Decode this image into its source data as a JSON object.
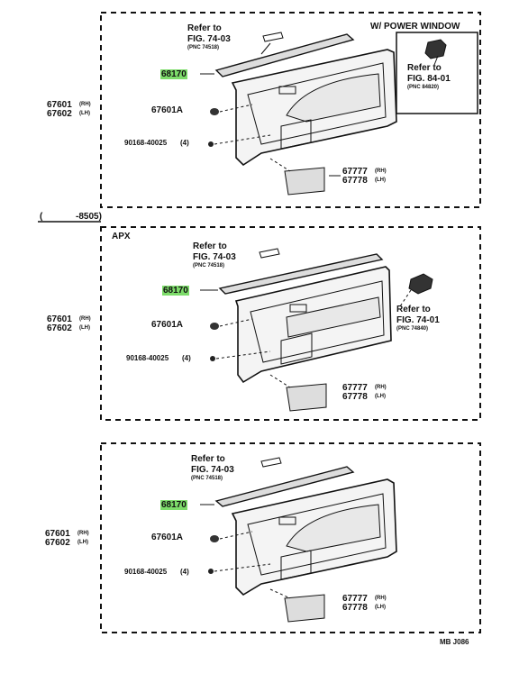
{
  "header": {
    "power_window": "W/ POWER  WINDOW",
    "apx": "APX",
    "date_range_open": "(",
    "date_range_end": "-8505)"
  },
  "footer": {
    "code": "MB  J086"
  },
  "parts": {
    "trim_board": "68170",
    "panel_rh": "67601",
    "panel_rh_side": "(RH)",
    "panel_lh": "67602",
    "panel_lh_side": "(LH)",
    "clip": "67601A",
    "screw": "90168-40025",
    "screw_qty": "(4)",
    "pocket_rh": "67777",
    "pocket_rh_side": "(RH)",
    "pocket_lh": "67778",
    "pocket_lh_side": "(LH)"
  },
  "refs": {
    "refer_to": "Refer to",
    "fig_7403": "FIG. 74-03",
    "pnc_74518": "(PNC 74518)",
    "fig_8401": "FIG. 84-01",
    "pnc_84820": "(PNC 84820)",
    "fig_7401": "FIG. 74-01",
    "pnc_74840": "(PNC 74840)"
  },
  "colors": {
    "highlight": "#7ddc6a",
    "ink": "#111111"
  }
}
